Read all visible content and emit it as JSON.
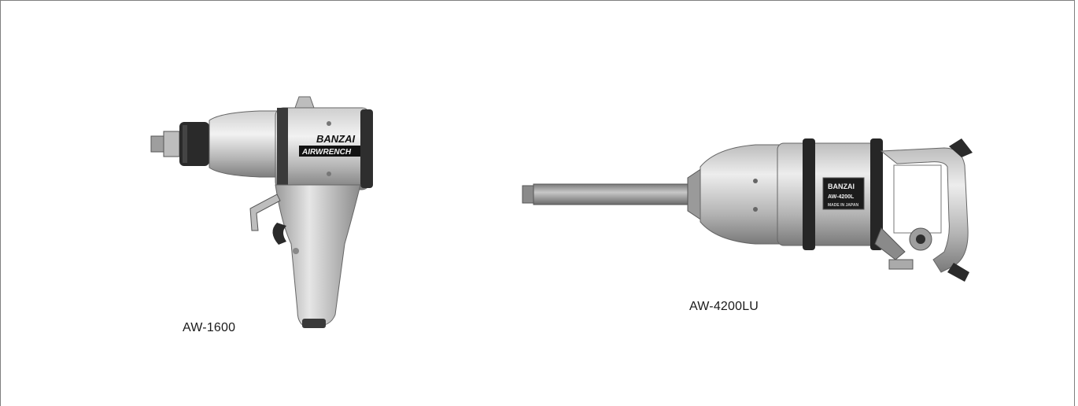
{
  "products": [
    {
      "model": "AW-1600",
      "image": {
        "brand": "BANZAI",
        "sub_brand": "AIRWRENCH"
      }
    },
    {
      "model": "AW-4200LU",
      "image": {
        "brand": "BANZAI",
        "plate_model": "AW-4200L",
        "plate_serial": "MADE IN JAPAN"
      }
    }
  ],
  "colors": {
    "frame_border": "#7f7f7f",
    "metal_light": "#e2e2e2",
    "metal_mid": "#b9b9b9",
    "metal_dark": "#6e6e6e",
    "rubber": "#2a2a2a"
  }
}
